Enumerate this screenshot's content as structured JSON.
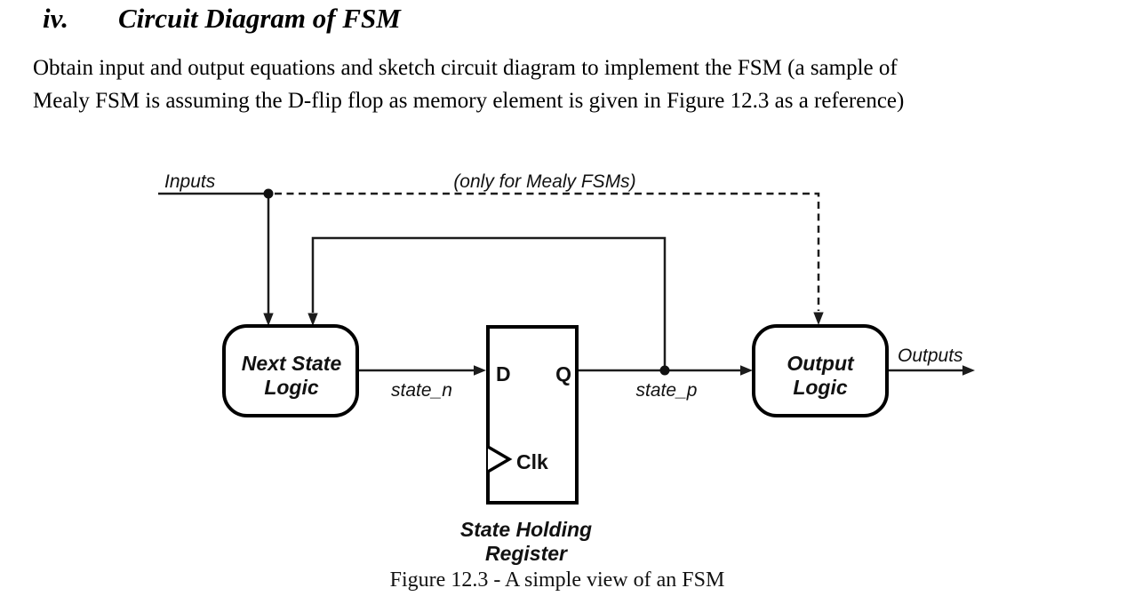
{
  "heading": {
    "number": "iv.",
    "title": "Circuit Diagram of FSM"
  },
  "body": {
    "line1": "Obtain input and output equations and sketch circuit diagram to implement the FSM (a sample of",
    "line2": "Mealy FSM is assuming the D-flip flop as memory element is given in Figure 12.3 as a reference)"
  },
  "diagram": {
    "labels": {
      "inputs": "Inputs",
      "mealy_note": "(only for Mealy FSMs)",
      "state_n": "state_n",
      "state_p": "state_p",
      "outputs": "Outputs"
    },
    "blocks": {
      "next_state_logic": {
        "line1": "Next State",
        "line2": "Logic"
      },
      "output_logic": {
        "line1": "Output",
        "line2": "Logic"
      },
      "register": {
        "d_pin": "D",
        "q_pin": "Q",
        "clk_pin": "Clk",
        "caption_line1": "State Holding",
        "caption_line2": "Register"
      }
    },
    "colors": {
      "stroke": "#000000",
      "background": "#ffffff"
    }
  },
  "figure_caption": "Figure 12.3 - A simple view of an FSM"
}
